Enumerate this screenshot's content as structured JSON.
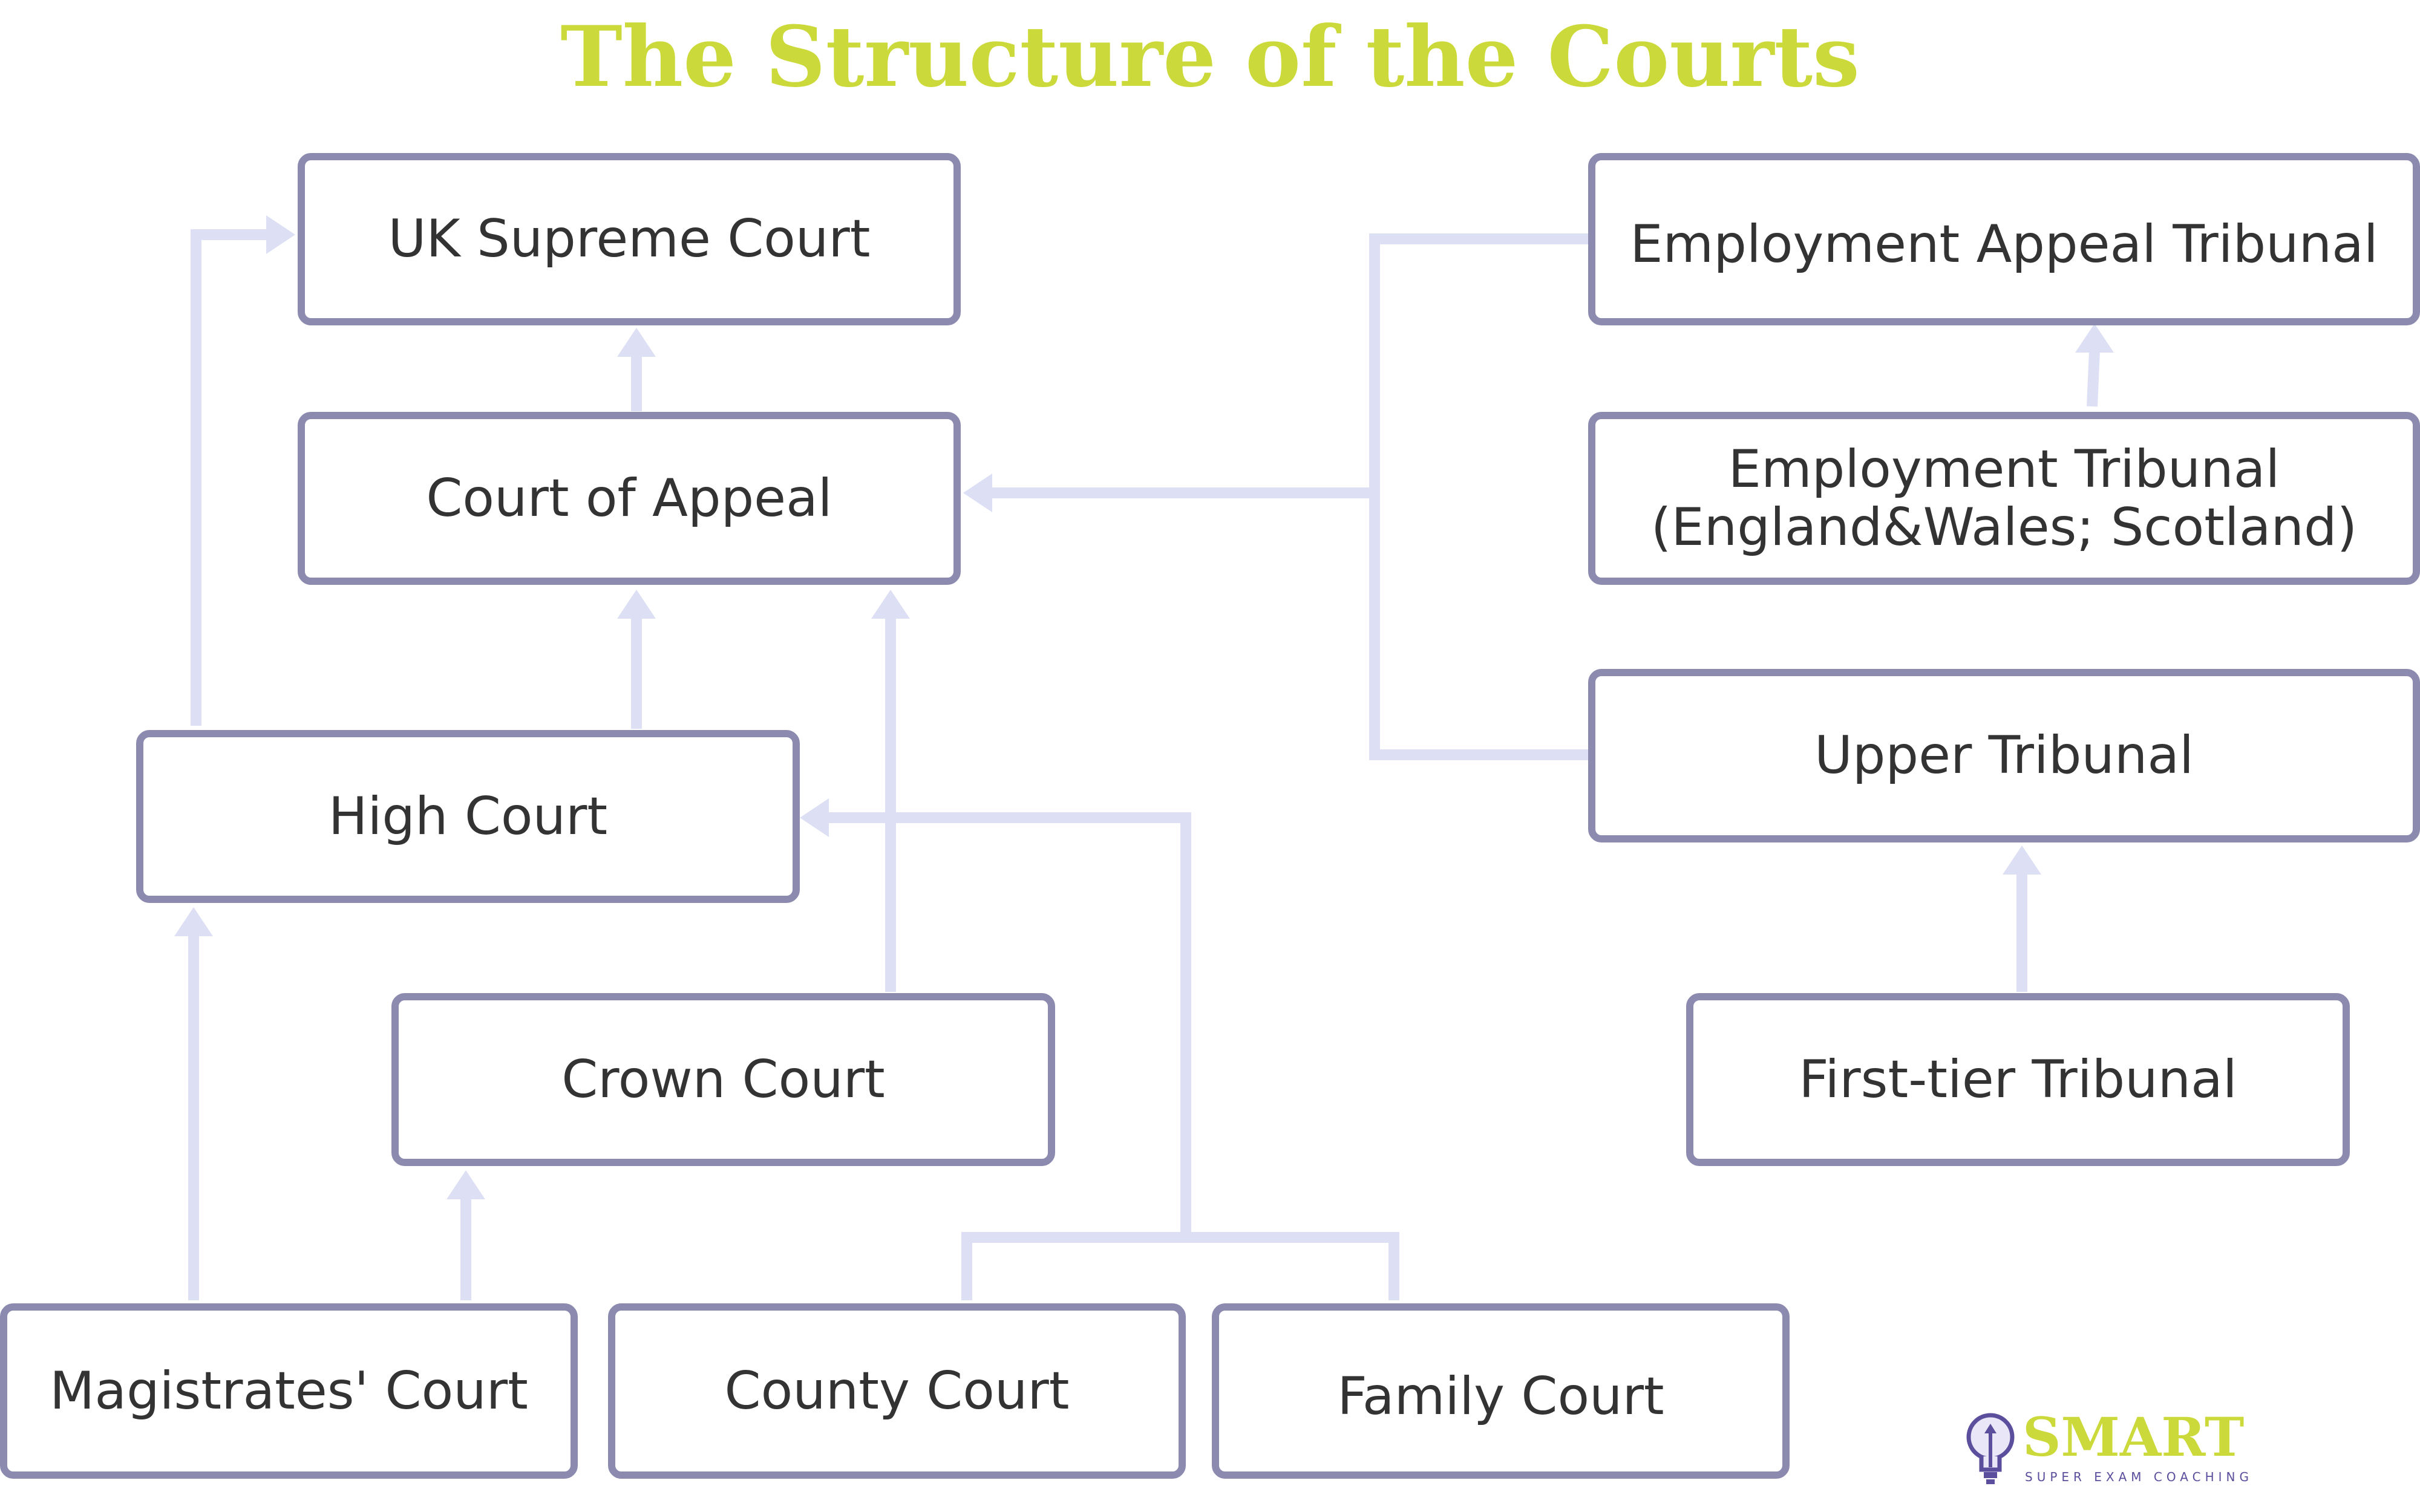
{
  "title": "The Structure of the Courts",
  "nodes": {
    "supreme": "UK Supreme Court",
    "appeal": "Court of Appeal",
    "high": "High Court",
    "crown": "Crown Court",
    "magistrates": "Magistrates' Court",
    "county": "County Court",
    "family": "Family Court",
    "eat": "Employment Appeal Tribunal",
    "et_line1": "Employment Tribunal",
    "et_line2": "(England&Wales; Scotland)",
    "upper": "Upper Tribunal",
    "first_tier": "First-tier Tribunal"
  },
  "logo": {
    "name": "SMART",
    "tagline": "SUPER EXAM COACHING"
  },
  "colors": {
    "title": "#cbda3a",
    "box_border": "#8c8aae",
    "connector": "#dde0f5",
    "text": "#333333",
    "logo_tagline": "#5b4e9c"
  }
}
